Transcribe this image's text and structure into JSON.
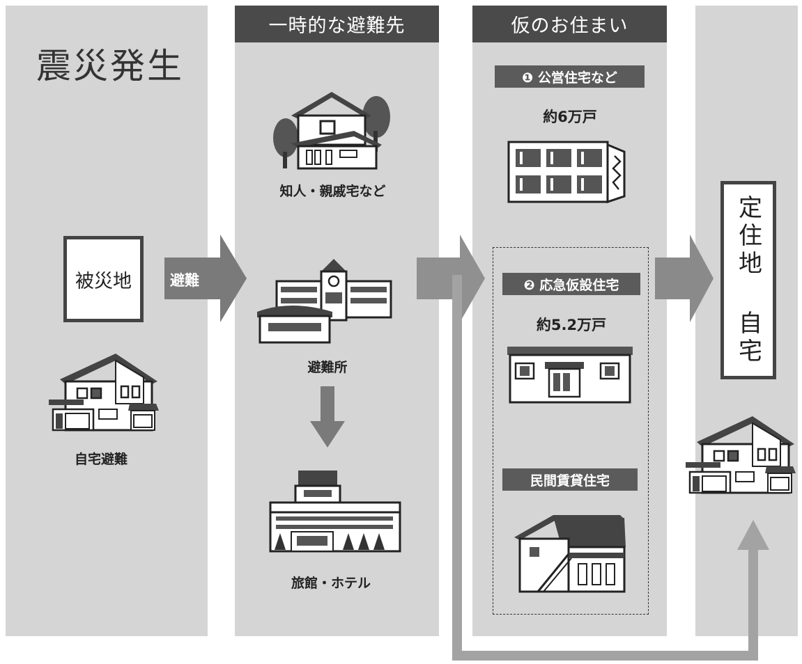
{
  "title": "震災発生",
  "columns": {
    "col2_header": "一時的な避難先",
    "col3_header": "仮のお住まい"
  },
  "col1": {
    "disaster_box": "被災地",
    "home_evac_label": "自宅避難"
  },
  "arrow_evac_label": "避難",
  "col2": {
    "relatives_label": "知人・親戚宅など",
    "shelter_label": "避難所",
    "hotel_label": "旅館・ホテル"
  },
  "col3": {
    "public_housing_tag": "❶ 公営住宅など",
    "public_housing_count": "約6万戸",
    "temp_housing_tag": "❷ 応急仮設住宅",
    "temp_housing_count": "約5.2万戸",
    "private_rental_tag": "民間賃貸住宅"
  },
  "col4": {
    "settled_box": "定住地 自宅"
  }
}
